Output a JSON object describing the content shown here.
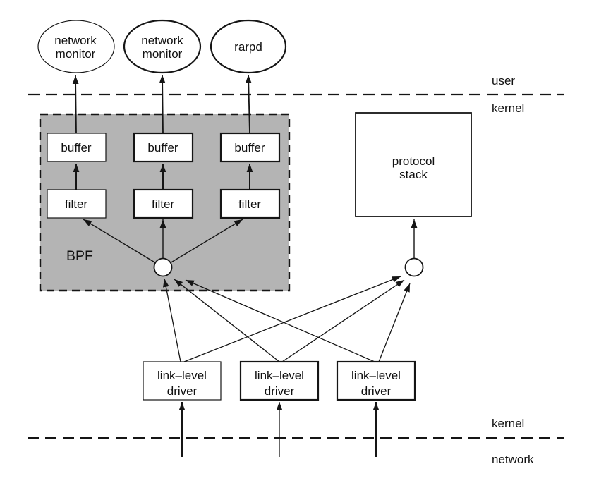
{
  "colors": {
    "bpf_fill": "#b4b4b4",
    "stroke": "#151515",
    "background": "#ffffff"
  },
  "layer_labels": {
    "user": "user",
    "kernel_top": "kernel",
    "kernel_bottom": "kernel",
    "network": "network"
  },
  "processes": [
    {
      "lines": [
        "network",
        "monitor"
      ]
    },
    {
      "lines": [
        "network",
        "monitor"
      ]
    },
    {
      "lines": [
        "rarpd"
      ]
    }
  ],
  "bpf": {
    "label": "BPF",
    "buffers": [
      "buffer",
      "buffer",
      "buffer"
    ],
    "filters": [
      "filter",
      "filter",
      "filter"
    ]
  },
  "protocol_stack": {
    "lines": [
      "protocol",
      "stack"
    ]
  },
  "drivers": [
    {
      "lines": [
        "link–level",
        "driver"
      ]
    },
    {
      "lines": [
        "link–level",
        "driver"
      ]
    },
    {
      "lines": [
        "link–level",
        "driver"
      ]
    }
  ]
}
